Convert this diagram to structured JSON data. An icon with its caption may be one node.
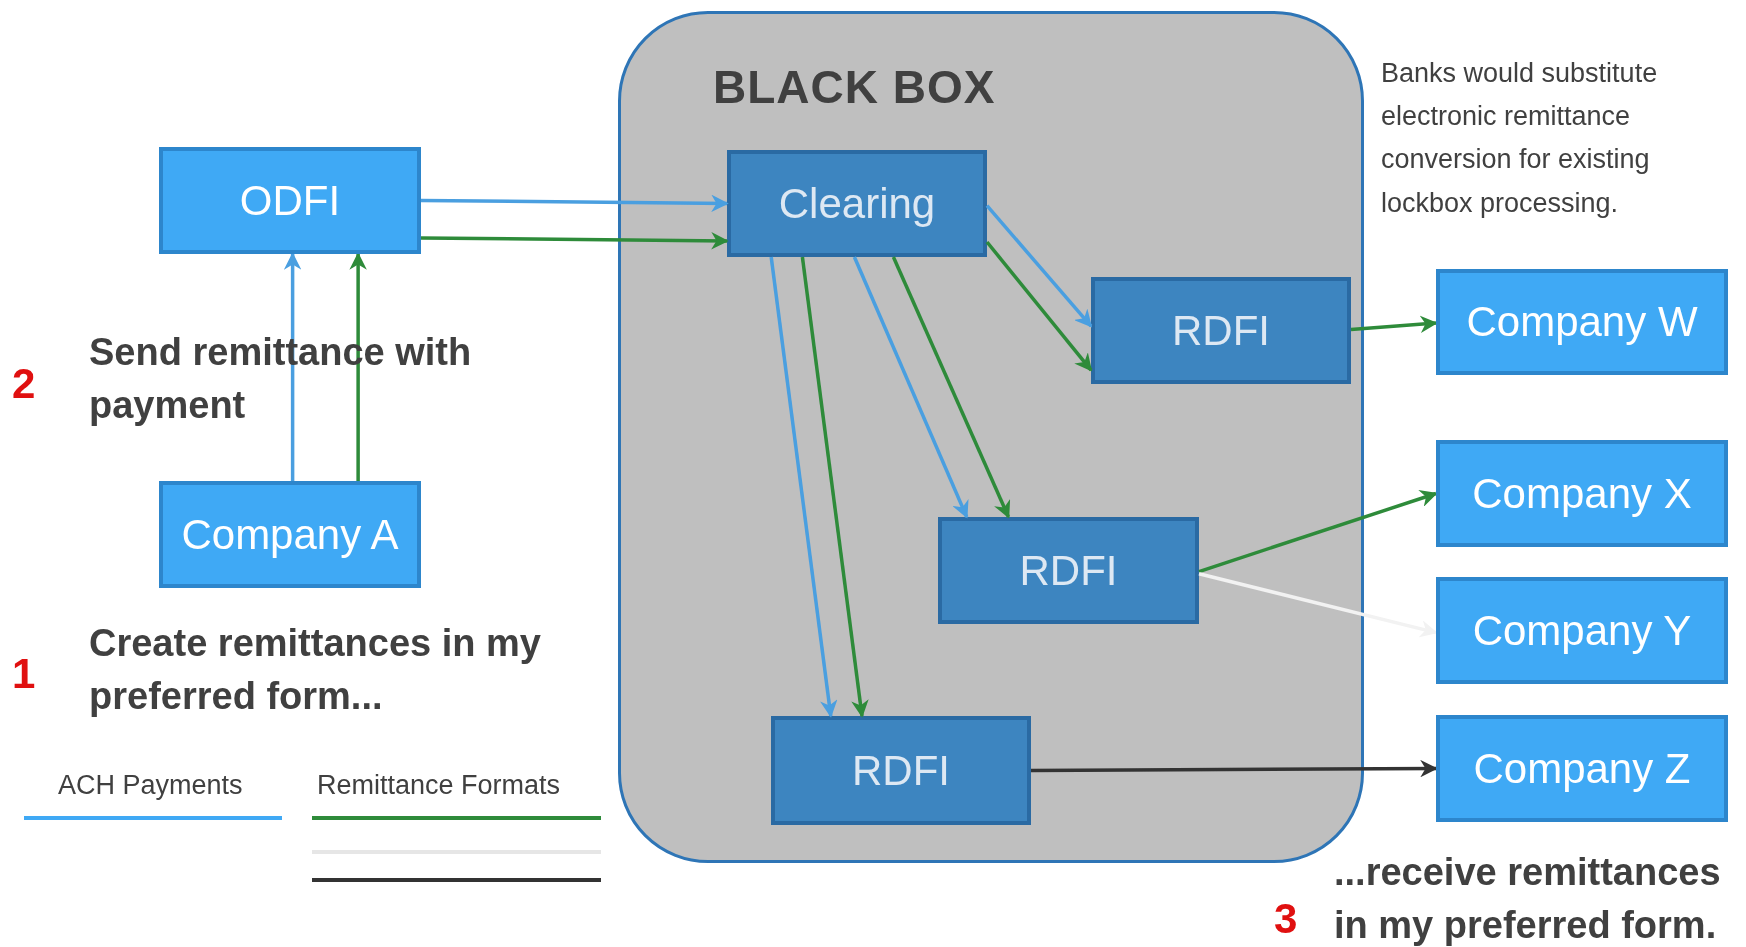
{
  "diagram": {
    "nodes": [
      {
        "text": [
          "BLACK BOX"
        ]
      },
      {
        "text": [
          "ODFI"
        ]
      },
      {
        "text": [
          "Clearing"
        ],
        "in": 0
      },
      {
        "text": [
          "RDFI"
        ],
        "in": 0
      },
      {
        "text": [
          "Company W"
        ]
      },
      {
        "text": [
          "Company A"
        ]
      },
      {
        "text": [
          "Company X"
        ]
      },
      {
        "text": [
          "RDFI"
        ],
        "in": 0
      },
      {
        "text": [
          "Company Y"
        ]
      },
      {
        "text": [
          "RDFI"
        ],
        "in": 0
      },
      {
        "text": [
          "Company Z"
        ]
      }
    ],
    "edges": [
      {
        "from": 1,
        "to": 2,
        "arrow": "to",
        "color": "#4a9fe0"
      },
      {
        "from": 1,
        "to": 2,
        "arrow": "to",
        "color": "#2e8b3a"
      },
      {
        "from": 5,
        "to": 1,
        "arrow": "to",
        "color": "#4a9fe0"
      },
      {
        "from": 5,
        "to": 1,
        "arrow": "to",
        "color": "#2e8b3a"
      },
      {
        "from": 2,
        "to": 3,
        "arrow": "to",
        "color": "#4a9fe0"
      },
      {
        "from": 2,
        "to": 3,
        "arrow": "to",
        "color": "#2e8b3a"
      },
      {
        "from": 2,
        "to": 7,
        "arrow": "to",
        "color": "#4a9fe0"
      },
      {
        "from": 2,
        "to": 7,
        "arrow": "to",
        "color": "#2e8b3a"
      },
      {
        "from": 2,
        "to": 9,
        "arrow": "to",
        "color": "#4a9fe0"
      },
      {
        "from": 2,
        "to": 9,
        "arrow": "to",
        "color": "#2e8b3a"
      },
      {
        "from": 3,
        "to": 4,
        "arrow": "to",
        "color": "#2e8b3a"
      },
      {
        "from": 7,
        "to": 6,
        "arrow": "to",
        "color": "#2e8b3a"
      },
      {
        "from": 7,
        "to": 8,
        "arrow": "to",
        "color": "#f2f2f2"
      },
      {
        "from": 9,
        "to": 10,
        "arrow": "to",
        "color": "#333333"
      }
    ],
    "labels": [
      "Banks would substitute electronic remittance conversion for existing lockbox processing.",
      "2",
      "Send remittance with payment",
      "1",
      "Create remittances in my preferred form...",
      "3",
      "...receive remittances in my preferred form."
    ],
    "legend": [
      {
        "text": "ACH Payments"
      },
      {
        "text": "Remittance Formats"
      }
    ]
  }
}
